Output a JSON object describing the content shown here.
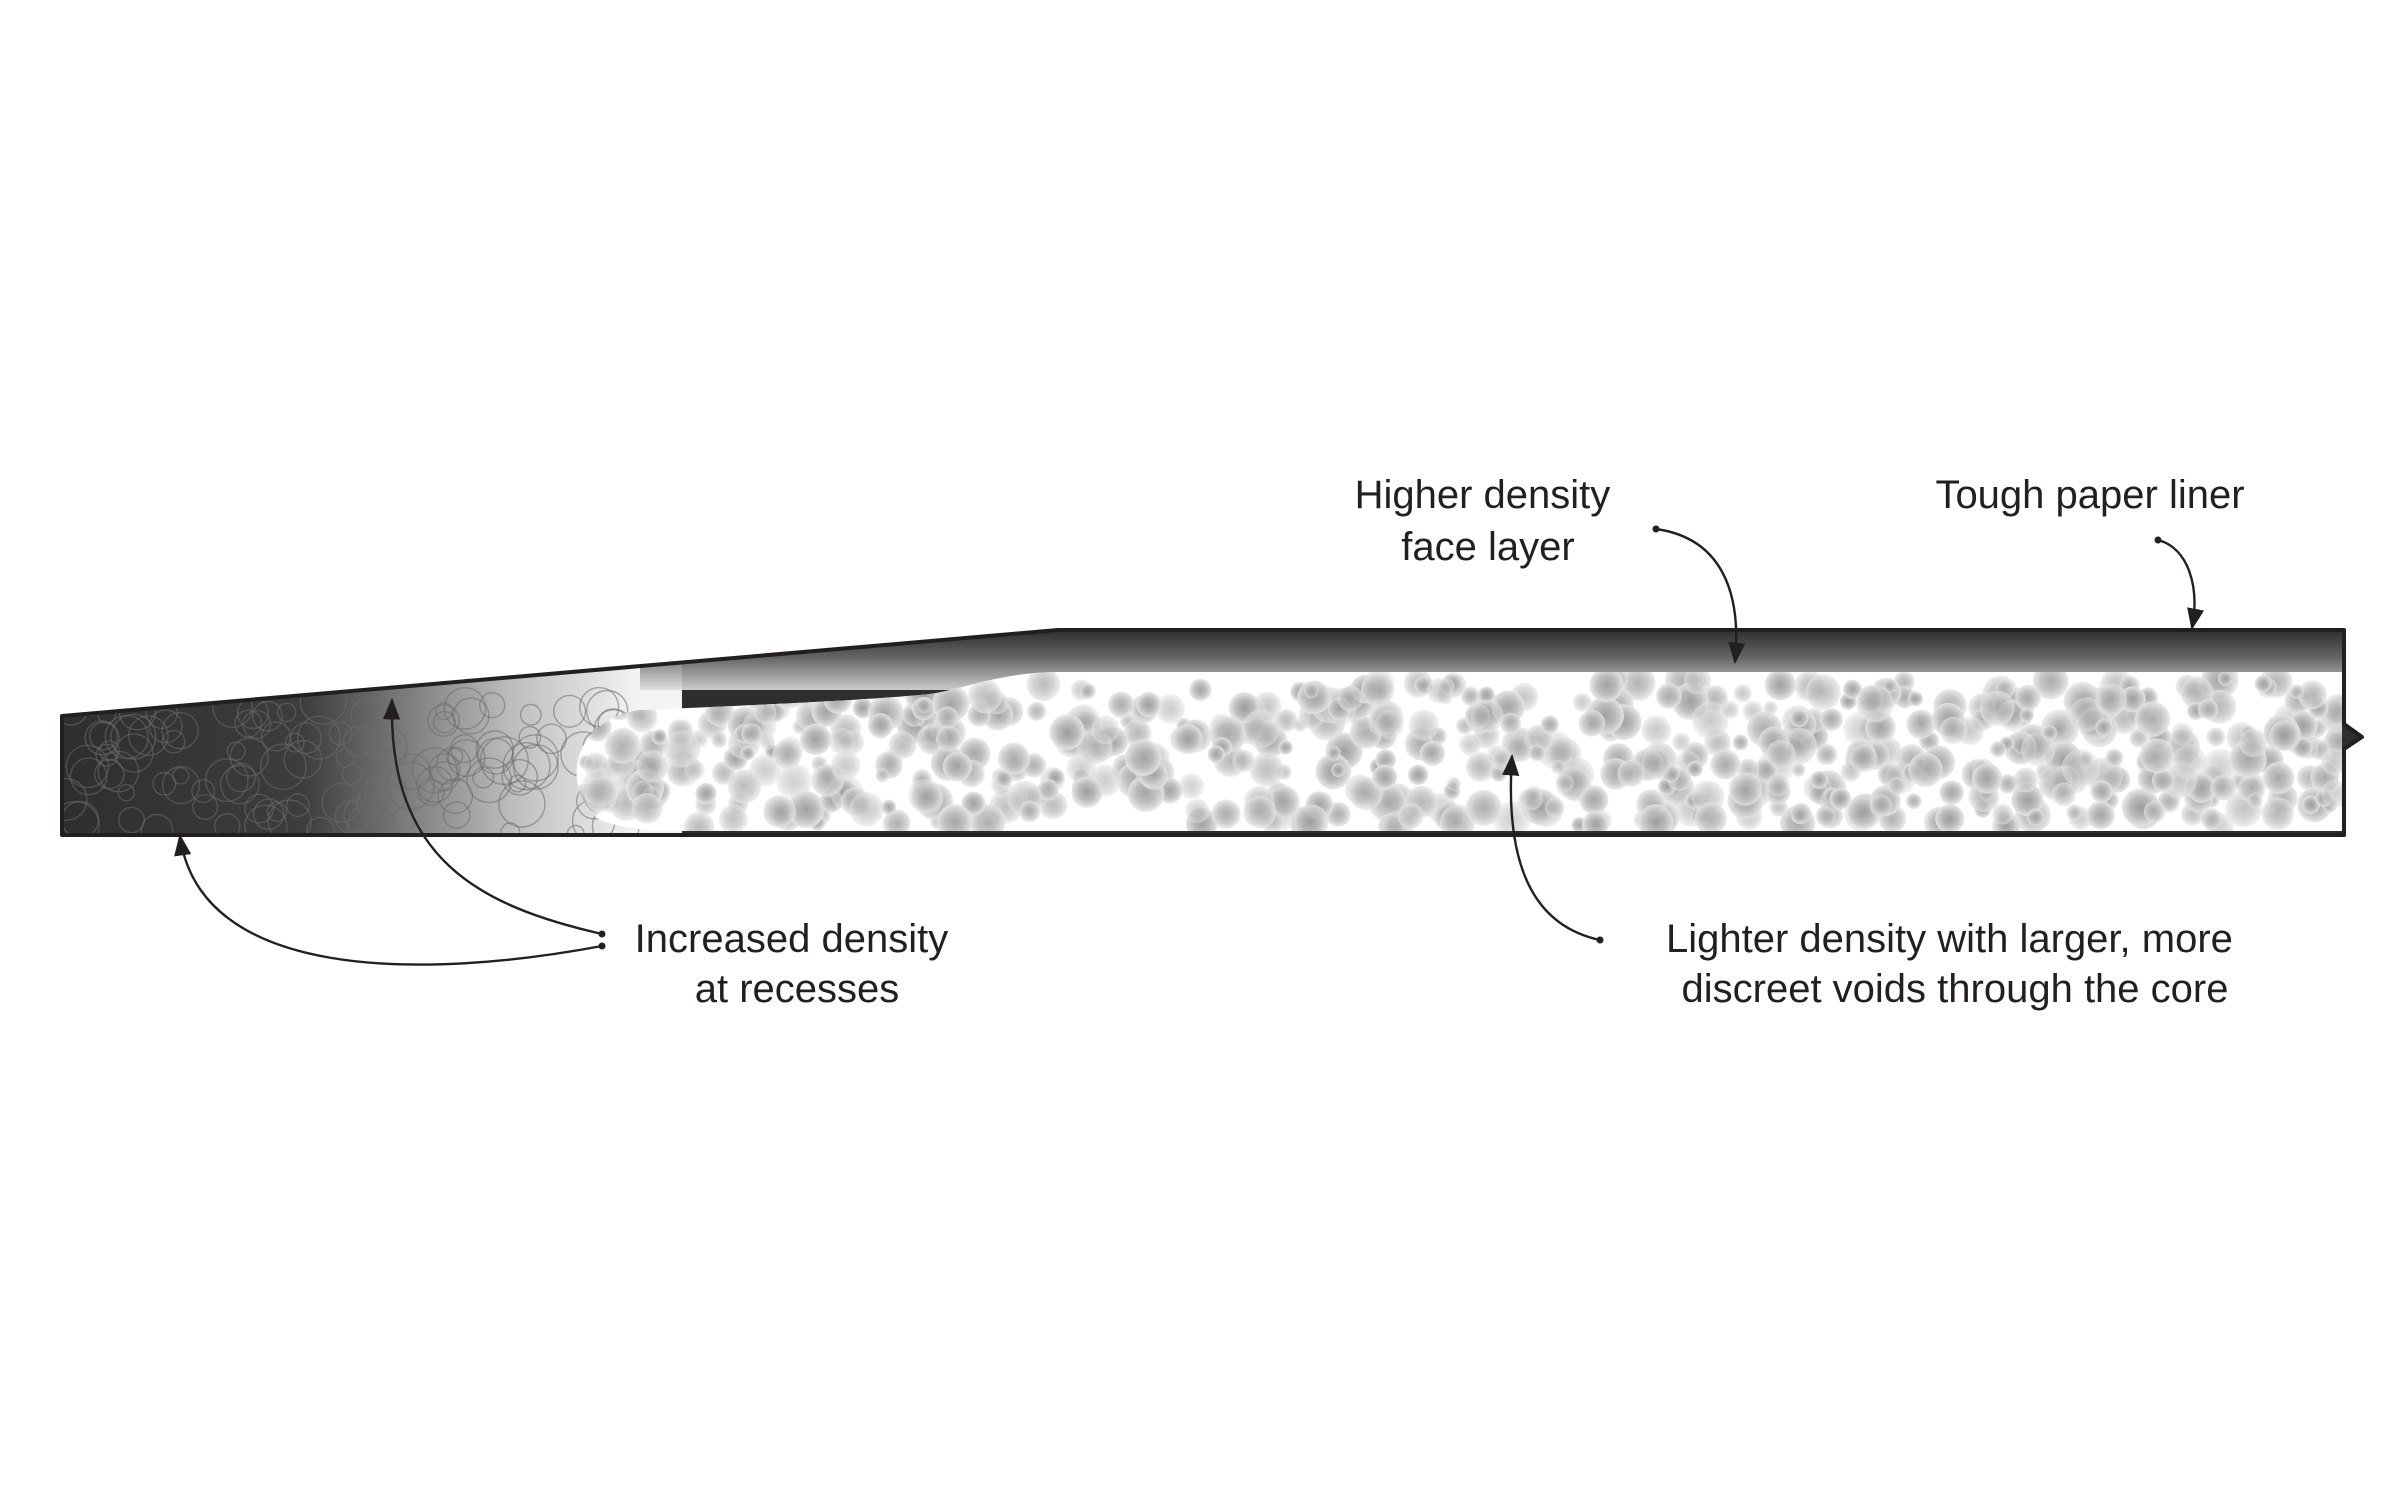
{
  "labels": {
    "face_layer": [
      "Higher density",
      "face layer"
    ],
    "paper_liner": [
      "Tough paper liner"
    ],
    "recesses": [
      "Increased density",
      "at recesses"
    ],
    "core": [
      "Lighter density with larger, more",
      "discreet voids through the core"
    ]
  },
  "colors": {
    "outline": "#231f20",
    "dense_fill": "#2e2e30",
    "core_fill": "#ffffff",
    "void_fill": "#9a9a9c",
    "text": "#231f20"
  }
}
